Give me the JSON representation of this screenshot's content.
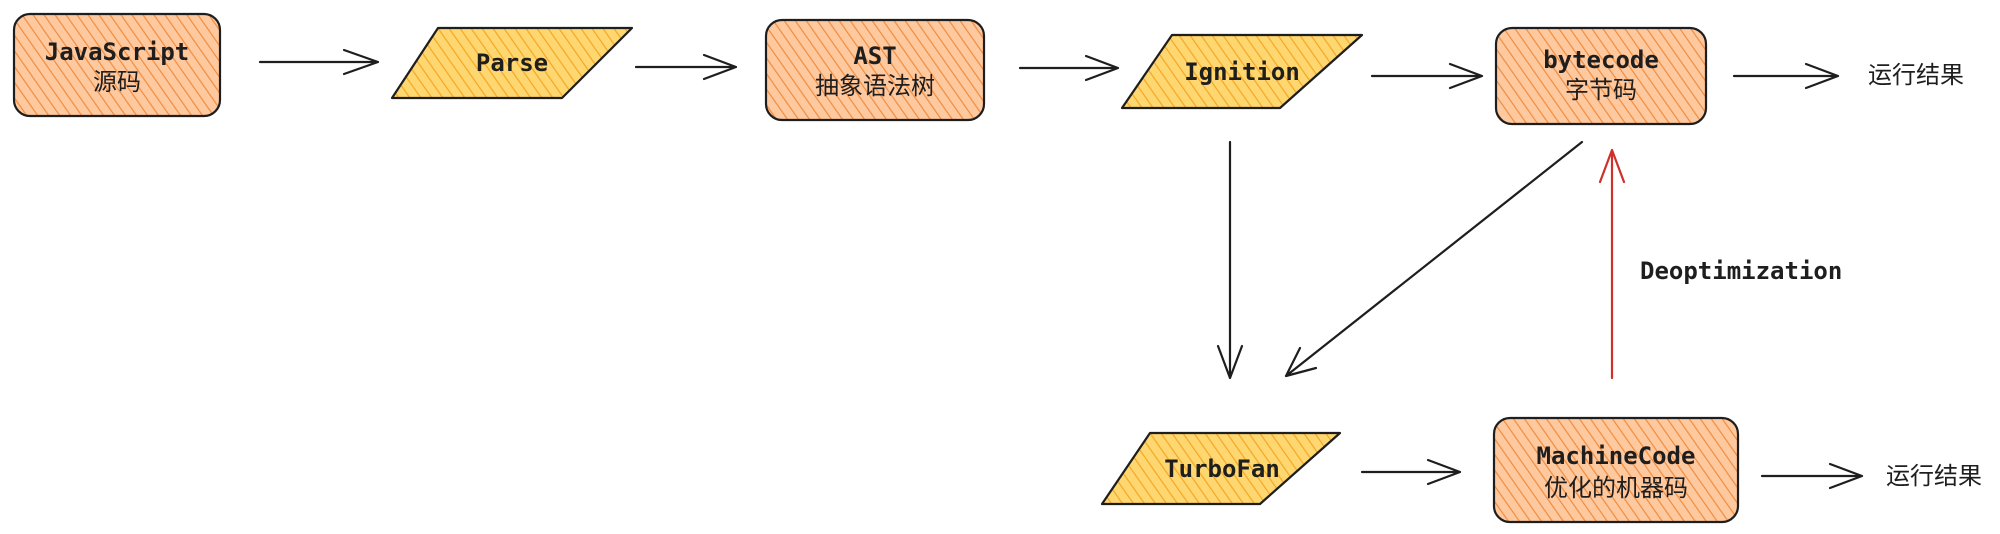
{
  "colors": {
    "box_fill": "#ffc9a0",
    "box_hatch": "#f08c3c",
    "para_fill": "#ffd770",
    "para_hatch": "#f5a623",
    "stroke": "#1e1e1e",
    "deopt_arrow": "#d0302a"
  },
  "nodes": {
    "js_source": {
      "line1": "JavaScript",
      "line2": "源码"
    },
    "parse": {
      "label": "Parse"
    },
    "ast": {
      "line1": "AST",
      "line2": "抽象语法树"
    },
    "ignition": {
      "label": "Ignition"
    },
    "bytecode": {
      "line1": "bytecode",
      "line2": "字节码"
    },
    "turbofan": {
      "label": "TurboFan"
    },
    "machinecode": {
      "line1": "MachineCode",
      "line2": "优化的机器码"
    }
  },
  "results": {
    "top": "运行结果",
    "bottom": "运行结果"
  },
  "edges": {
    "deopt_label": "Deoptimization"
  }
}
